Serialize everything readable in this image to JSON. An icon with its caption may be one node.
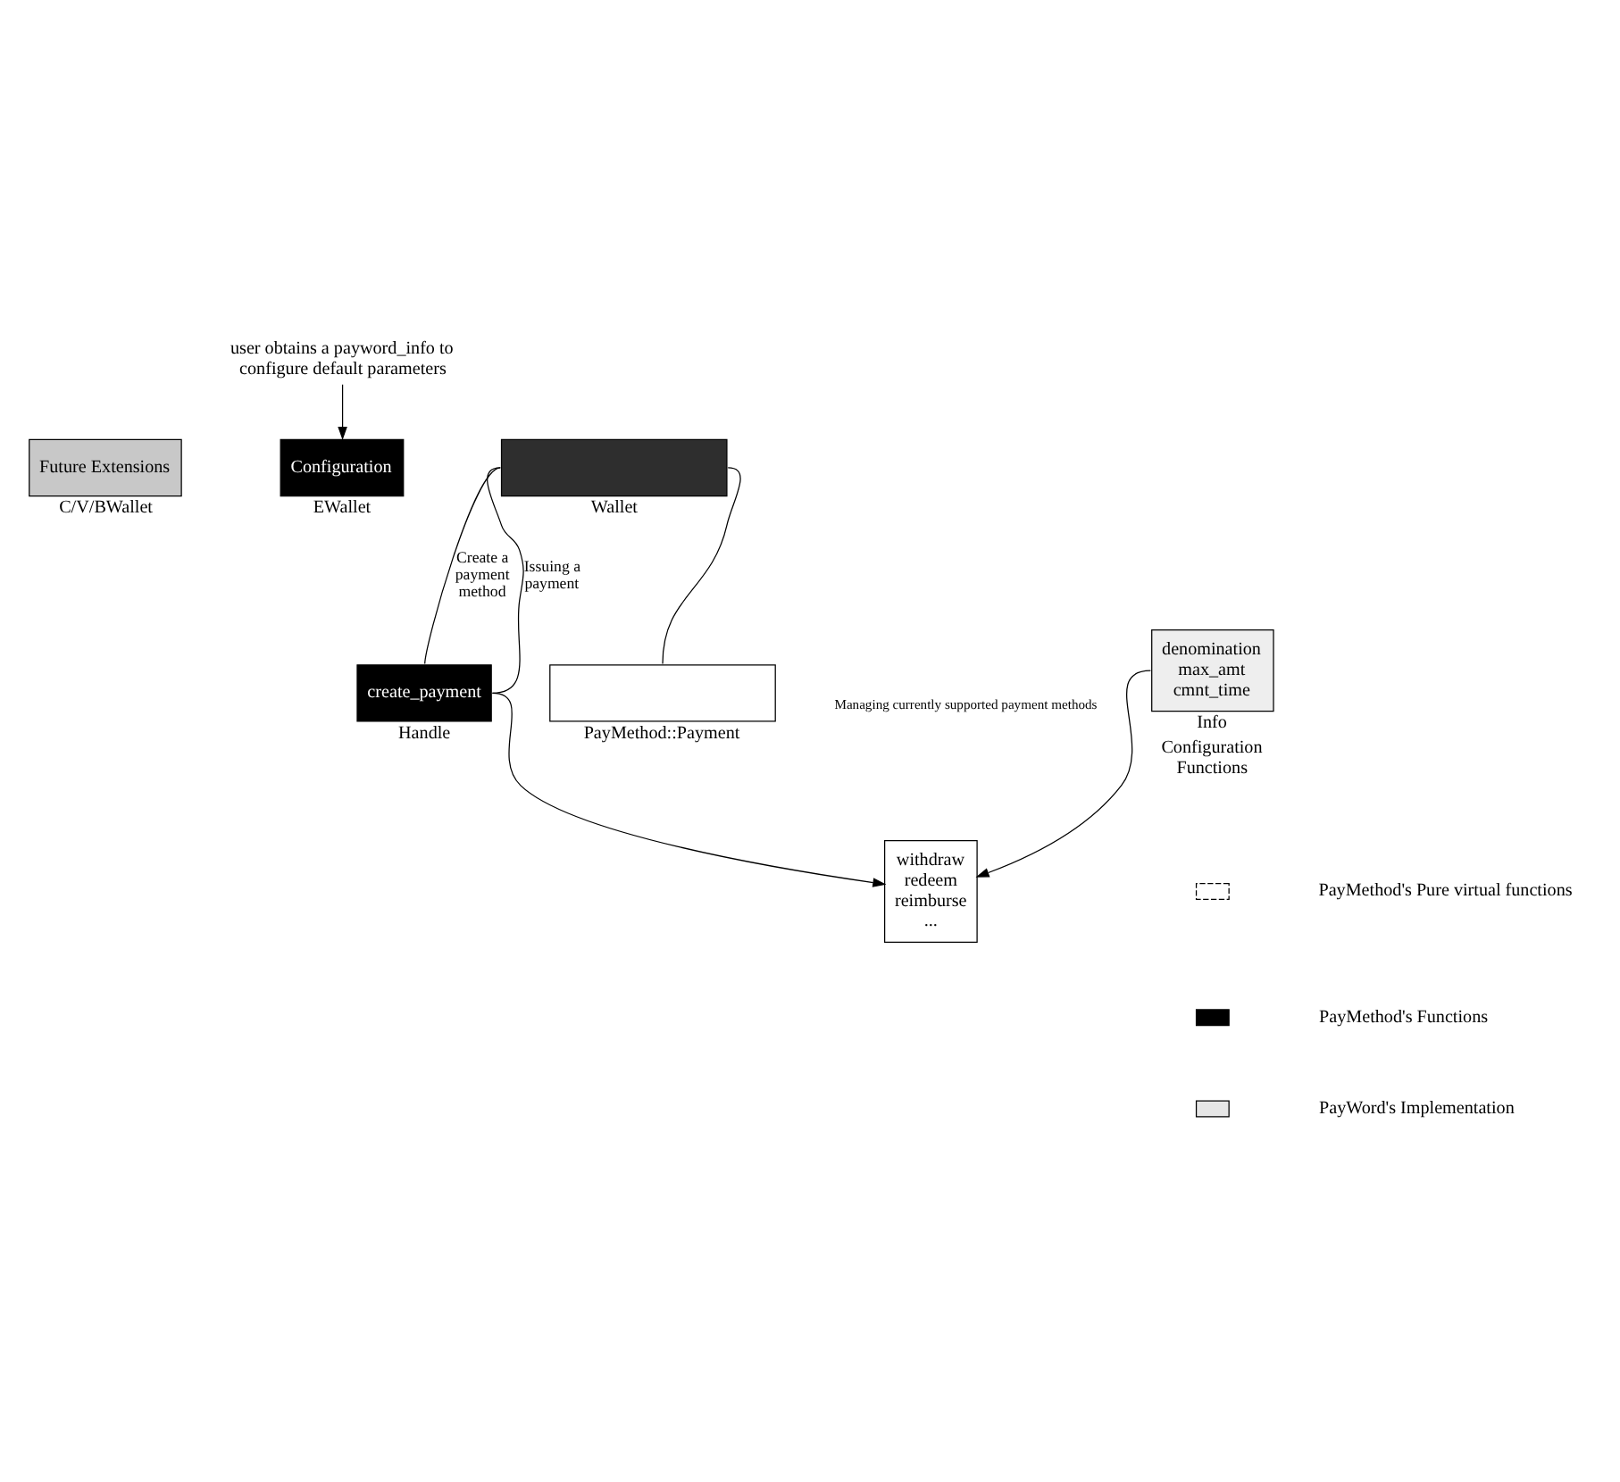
{
  "diagram": {
    "nodes": [
      {
        "text": [
          "Future Extensions"
        ],
        "beside": [
          "C/V/BWallet"
        ]
      },
      {
        "text": [
          "Configuration"
        ],
        "beside": [
          "EWallet"
        ]
      },
      {
        "text": [],
        "shape": "box",
        "beside": [
          "Wallet"
        ]
      },
      {
        "text": [
          "create_payment"
        ],
        "beside": [
          "Handle"
        ]
      },
      {
        "text": [
          "withdraw redeem reimburse ..."
        ]
      },
      {
        "text": [
          "denomination max_amt cmnt_time"
        ],
        "beside": [
          "Info",
          "Configuration Functions"
        ]
      },
      {
        "text": [],
        "shape": "box",
        "beside": [
          "PayMethod::Payment"
        ]
      },
      {
        "text": [
          "user obtains a payword_info to configure default parameters"
        ]
      }
    ],
    "edges": [
      {
        "from": 7,
        "to": 1,
        "arrow": "to"
      },
      {
        "from": 2,
        "to": 3,
        "arrow": "none",
        "label": "Create a payment method"
      },
      {
        "from": 2,
        "to": 3,
        "arrow": "none",
        "label": "Issuing a payment"
      },
      {
        "from": 2,
        "to": 6,
        "arrow": "none"
      },
      {
        "from": 5,
        "to": 4,
        "arrow": "to"
      },
      {
        "from": 3,
        "to": 4,
        "arrow": "to"
      }
    ],
    "labels": [
      "Managing currently supported payment methods"
    ],
    "legend": [
      {
        "text": "PayMethod's Pure virtual functions"
      },
      {
        "text": "PayMethod's Functions",
        "color": "#000000"
      },
      {
        "text": "PayWord's Implementation",
        "color": "#e6e6e6"
      }
    ]
  }
}
